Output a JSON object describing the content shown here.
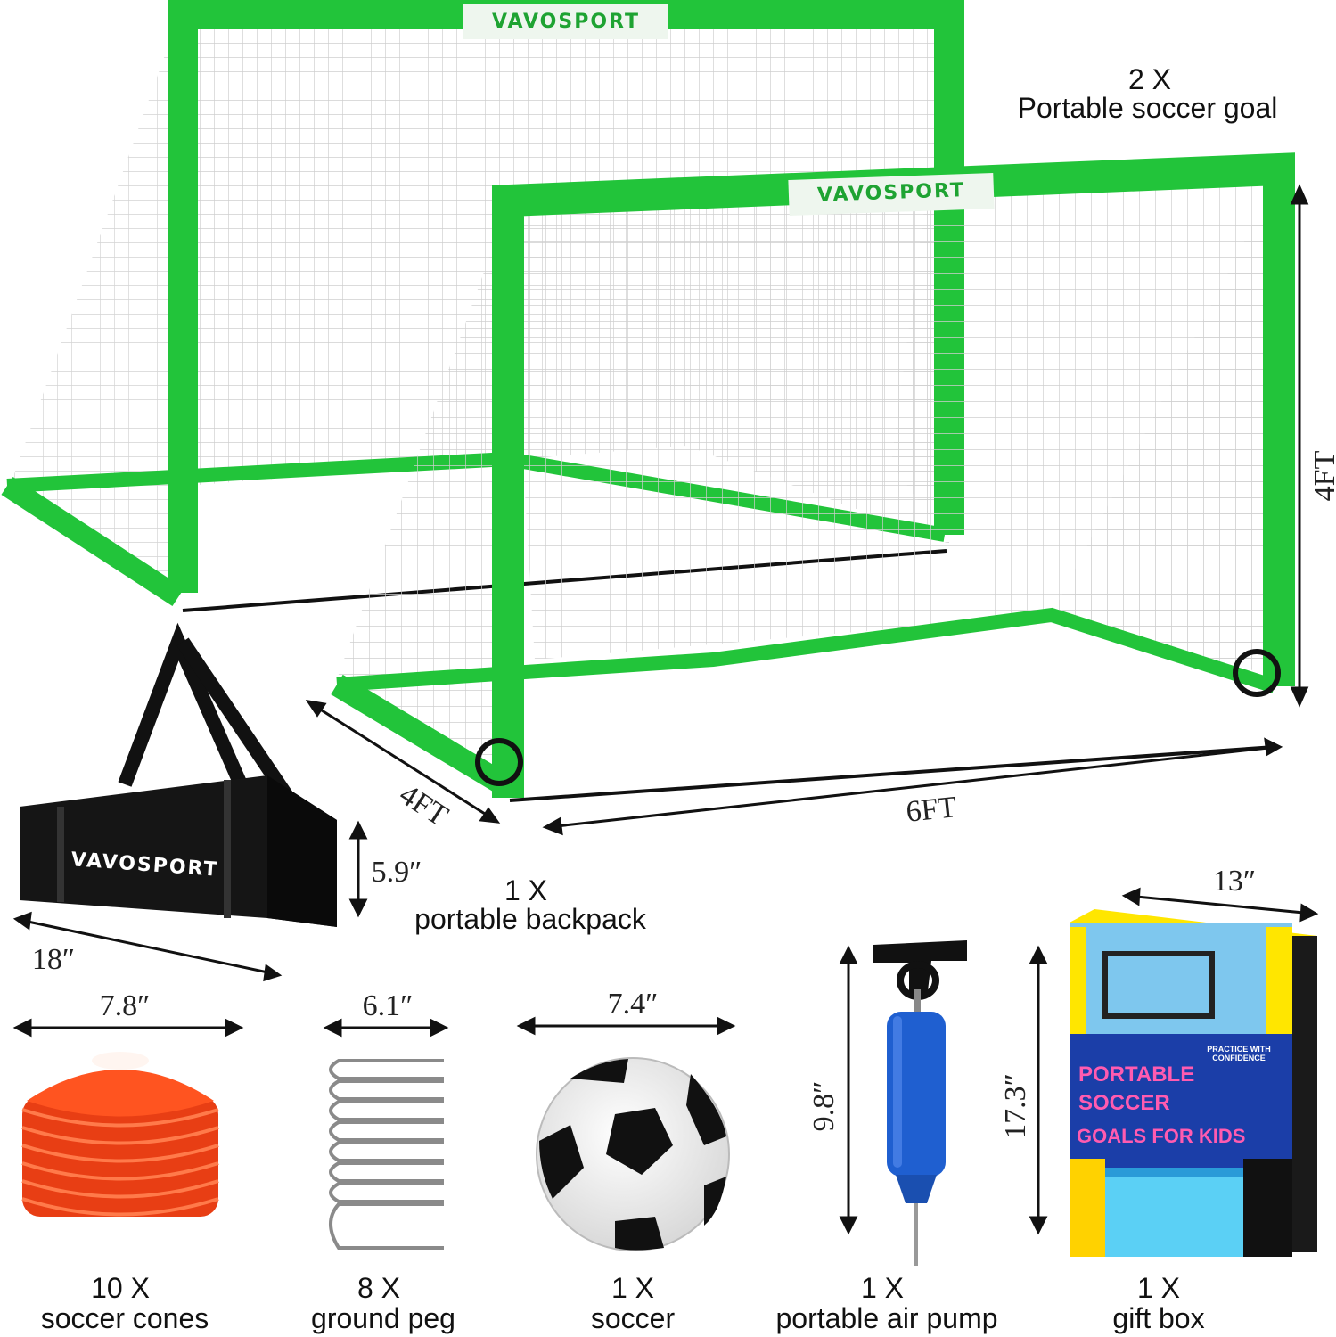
{
  "brand": "VAVOSPORT",
  "colors": {
    "frame_green": "#22c43a",
    "net": "#d8d8d8",
    "cone": "#f04a1c",
    "pump_blue": "#1f5fd0",
    "bag": "#151515"
  },
  "goals": {
    "qty": "2 X",
    "name": "Portable soccer goal",
    "height": "4FT",
    "depth": "4FT",
    "width": "6FT"
  },
  "backpack": {
    "qty": "1 X",
    "name": "portable backpack",
    "height": "5.9″",
    "length": "18″"
  },
  "items": [
    {
      "qty": "10 X",
      "name": "soccer cones",
      "size": "7.8″"
    },
    {
      "qty": "8 X",
      "name": "ground peg",
      "size": "6.1″"
    },
    {
      "qty": "1 X",
      "name": "soccer",
      "size": "7.4″"
    },
    {
      "qty": "1 X",
      "name": "portable air pump",
      "size": "9.8″"
    },
    {
      "qty": "1 X",
      "name": "gift box",
      "size": "17.3″",
      "width": "13″"
    }
  ],
  "gift_box": {
    "line1": "PORTABLE",
    "line2": "SOCCER",
    "line3": "GOALS FOR KIDS",
    "tag": "PRACTICE WITH CONFIDENCE"
  }
}
